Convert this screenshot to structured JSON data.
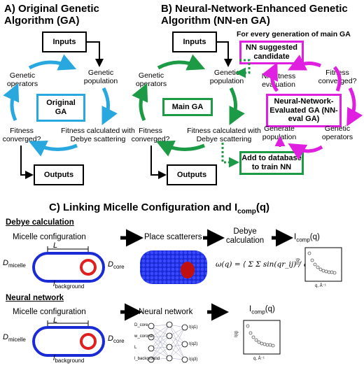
{
  "panel_a": {
    "title": "A) Original Genetic Algorithm (GA)",
    "inputs": "Inputs",
    "outputs": "Outputs",
    "center": "Original GA",
    "genetic_operators": "Genetic operators",
    "genetic_population": "Genetic population",
    "fitness_converged": "Fitness converged?",
    "fitness_calculated": "Fitness calculated with Debye scattering"
  },
  "panel_b": {
    "title": "B) Neural-Network-Enhanced Genetic Algorithm (NN-en GA)",
    "inputs": "Inputs",
    "outputs": "Outputs",
    "center": "Main GA",
    "genetic_operators": "Genetic operators",
    "genetic_population": "Genetic population",
    "fitness_converged": "Fitness converged?",
    "fitness_calculated": "Fitness calculated with Debye scattering",
    "every_generation": "For every generation of main GA",
    "nn_suggested": "NN suggested candidate",
    "nn_fitness_eval": "NN fitness evaluation",
    "fitness_converged_2": "Fitness converged?",
    "nn_eval_ga": "Neural-Network-Evaluated GA (NN-eval GA)",
    "generate_population": "Generate population",
    "genetic_operators_2": "Genetic operators",
    "add_database": "Add to database to train NN"
  },
  "panel_c": {
    "title": "C) Linking Micelle Configuration and I",
    "title_sub": "comp",
    "title_tail": "(q)",
    "debye_heading": "Debye calculation",
    "nn_heading": "Neural network",
    "micelle_config": "Micelle configuration",
    "place_scatterers": "Place scatterers",
    "debye_calc": "Debye calculation",
    "icomp": "I",
    "icomp_sub": "comp",
    "icomp_tail": "(q)",
    "neural_network": "Neural network",
    "L": "L",
    "D_micelle": "D",
    "D_micelle_sub": "micelle",
    "D_core": "D",
    "D_core_sub": "core",
    "l_background": "l",
    "l_background_sub": "background",
    "formula": "ω(q) = ⟨ Σ Σ sin(qr_ij) / qr_ij ⟩",
    "plot_ylabel": "I(q)",
    "plot_xlabel": "q, Å⁻¹",
    "nn_inputs": [
      "D_core",
      "w_corona",
      "L",
      "l_background"
    ],
    "nn_outputs": [
      "I(q1)",
      "I(q2)",
      "I(q3)"
    ]
  },
  "colors": {
    "blue": "#29a8e0",
    "green": "#1c9a45",
    "magenta": "#e020e0",
    "navy": "#1a2bd6",
    "red": "#e02020"
  }
}
